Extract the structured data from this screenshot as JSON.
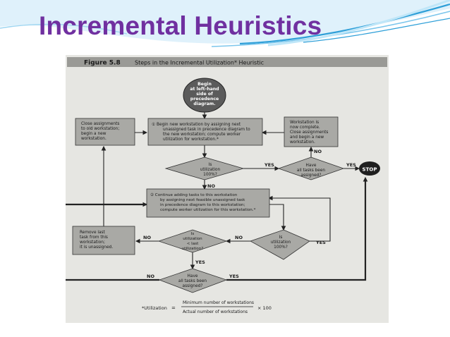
{
  "slide": {
    "title": "Incremental Heuristics",
    "accent_color": "#7030a0",
    "wave_color": "#2e9fd8"
  },
  "figure": {
    "number": "Figure 5.8",
    "caption": "Steps in the Incremental Utilization* Heuristic",
    "begin": [
      "Begin",
      "at left-hand",
      "side of",
      "precedence",
      "diagram."
    ],
    "step1": [
      "①  Begin new workstation by assigning next",
      "unassigned task in precedence diagram to",
      "the new workstation; compute worker",
      "utilization for workstation.*"
    ],
    "step2": [
      "②  Continue adding tasks to this workstation",
      "by assigning next feasible unassigned task",
      "in precedence diagram to this workstation;",
      "compute worker utilization for this workstation.*"
    ],
    "close_left": [
      "Close assignments",
      "to old workstation;",
      "begin a new",
      "workstation."
    ],
    "close_right": [
      "Workstation is",
      "now complete.",
      "Close assignments",
      "and begin a new",
      "workstation."
    ],
    "remove_task": [
      "Remove last",
      "task from this",
      "workstation;",
      "it is unassigned."
    ],
    "util_100_top": [
      "Is",
      "utilization",
      "100%?"
    ],
    "have_all_top": [
      "Have",
      "all tasks been",
      "assigned?"
    ],
    "util_last": [
      "Is",
      "utilization",
      "< last",
      "utilization?"
    ],
    "util_100_right": [
      "Is",
      "utilization",
      "100%?"
    ],
    "have_all_bottom": [
      "Have",
      "all tasks been",
      "assigned?"
    ],
    "stop": "STOP",
    "labels": {
      "yes": "YES",
      "no": "NO"
    },
    "footnote": {
      "label": "*Utilization",
      "equals": "=",
      "numerator": "Minimum number of workstations",
      "denominator": "Actual number of workstations",
      "times": "× 100"
    }
  }
}
